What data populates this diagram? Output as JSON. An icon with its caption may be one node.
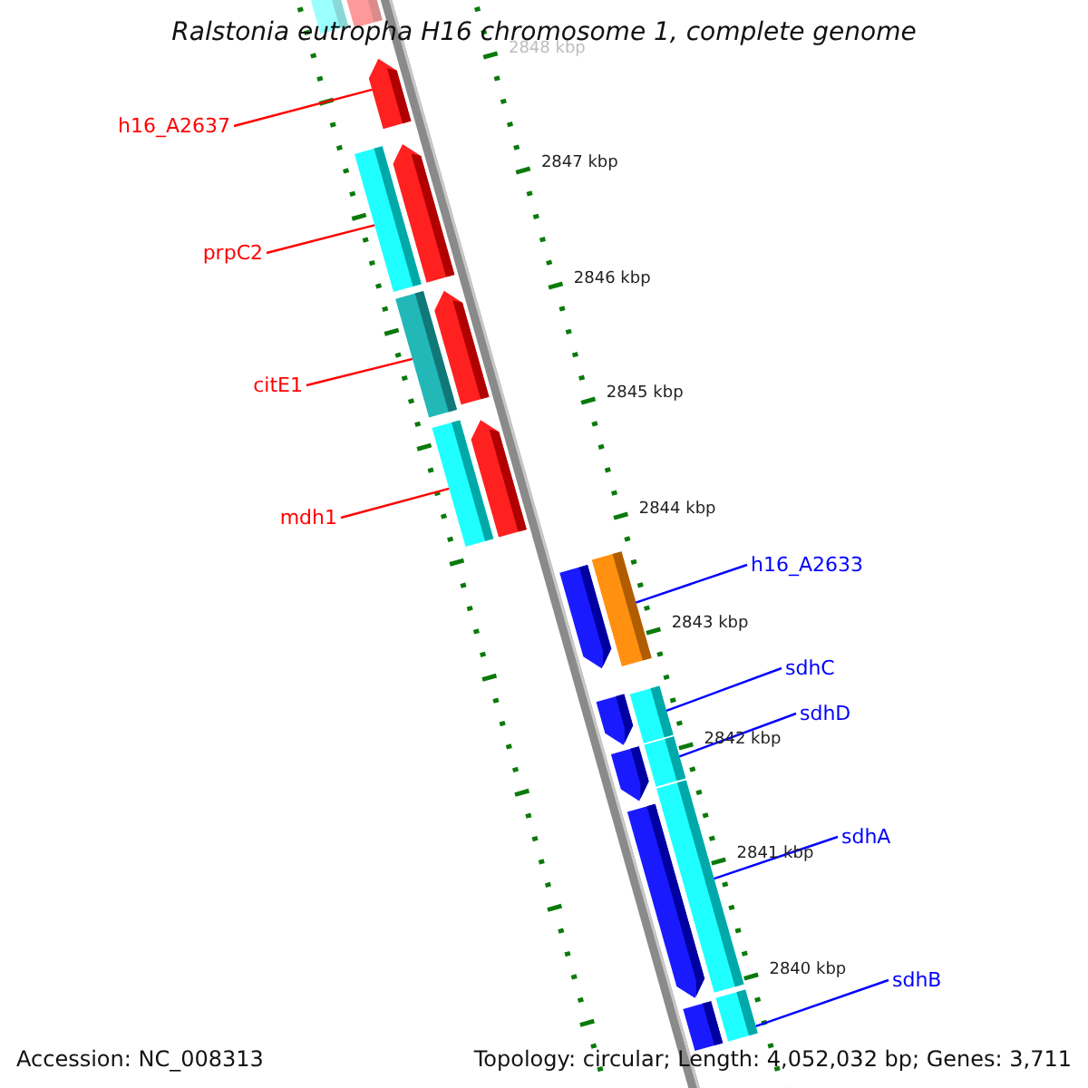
{
  "diagram": {
    "title": "Ralstonia eutropha H16 chromosome 1, complete genome",
    "nodes": [
      {
        "text": [
          "h16_A2637"
        ]
      },
      {
        "text": [],
        "shape": "bar"
      },
      {
        "text": [
          "prpC2"
        ]
      },
      {
        "text": [],
        "shape": "bar"
      },
      {
        "text": [
          "citE1"
        ]
      },
      {
        "text": [],
        "shape": "bar"
      },
      {
        "text": [
          "mdh1"
        ]
      },
      {
        "text": [],
        "shape": "bar"
      },
      {
        "text": [
          "h16_A2633"
        ]
      },
      {
        "text": [],
        "shape": "bar"
      },
      {
        "text": [
          "sdhC"
        ]
      },
      {
        "text": [],
        "shape": "bar"
      },
      {
        "text": [
          "sdhD"
        ]
      },
      {
        "text": [],
        "shape": "bar"
      },
      {
        "text": [
          "sdhA"
        ]
      },
      {
        "text": [],
        "shape": "bar"
      },
      {
        "text": [
          "sdhB"
        ]
      },
      {
        "text": [],
        "shape": "bar"
      },
      {
        "text": [],
        "shape": "bar"
      },
      {
        "text": [],
        "shape": "bar"
      },
      {
        "text": [],
        "shape": "bar"
      },
      {
        "text": [],
        "shape": "bar"
      },
      {
        "text": [],
        "shape": "bar"
      },
      {
        "text": [],
        "shape": "bar"
      },
      {
        "text": [],
        "shape": "bar"
      },
      {
        "text": [],
        "shape": "bar"
      },
      {
        "text": [],
        "shape": "bar"
      },
      {
        "text": [],
        "shape": "bar"
      }
    ],
    "edges": [
      {
        "from": 0,
        "to": 1,
        "arrow": "none",
        "color": "#ff0000"
      },
      {
        "from": 2,
        "to": 3,
        "arrow": "none",
        "color": "#ff0000"
      },
      {
        "from": 4,
        "to": 5,
        "arrow": "none",
        "color": "#ff0000"
      },
      {
        "from": 6,
        "to": 7,
        "arrow": "none",
        "color": "#ff0000"
      },
      {
        "from": 8,
        "to": 9,
        "arrow": "none"
      },
      {
        "from": 10,
        "to": 11,
        "arrow": "none"
      },
      {
        "from": 12,
        "to": 13,
        "arrow": "none"
      },
      {
        "from": 14,
        "to": 15,
        "arrow": "none"
      },
      {
        "from": 16,
        "to": 17,
        "arrow": "none"
      }
    ],
    "labels": [
      "2848 kbp",
      "2847 kbp",
      "2846 kbp",
      "2845 kbp",
      "2844 kbp",
      "2843 kbp",
      "2842 kbp",
      "2841 kbp",
      "2840 kbp",
      "Accession: NC_008313",
      "Topology: circular; Length: 4,052,032 bp; Genes: 3,711"
    ]
  }
}
